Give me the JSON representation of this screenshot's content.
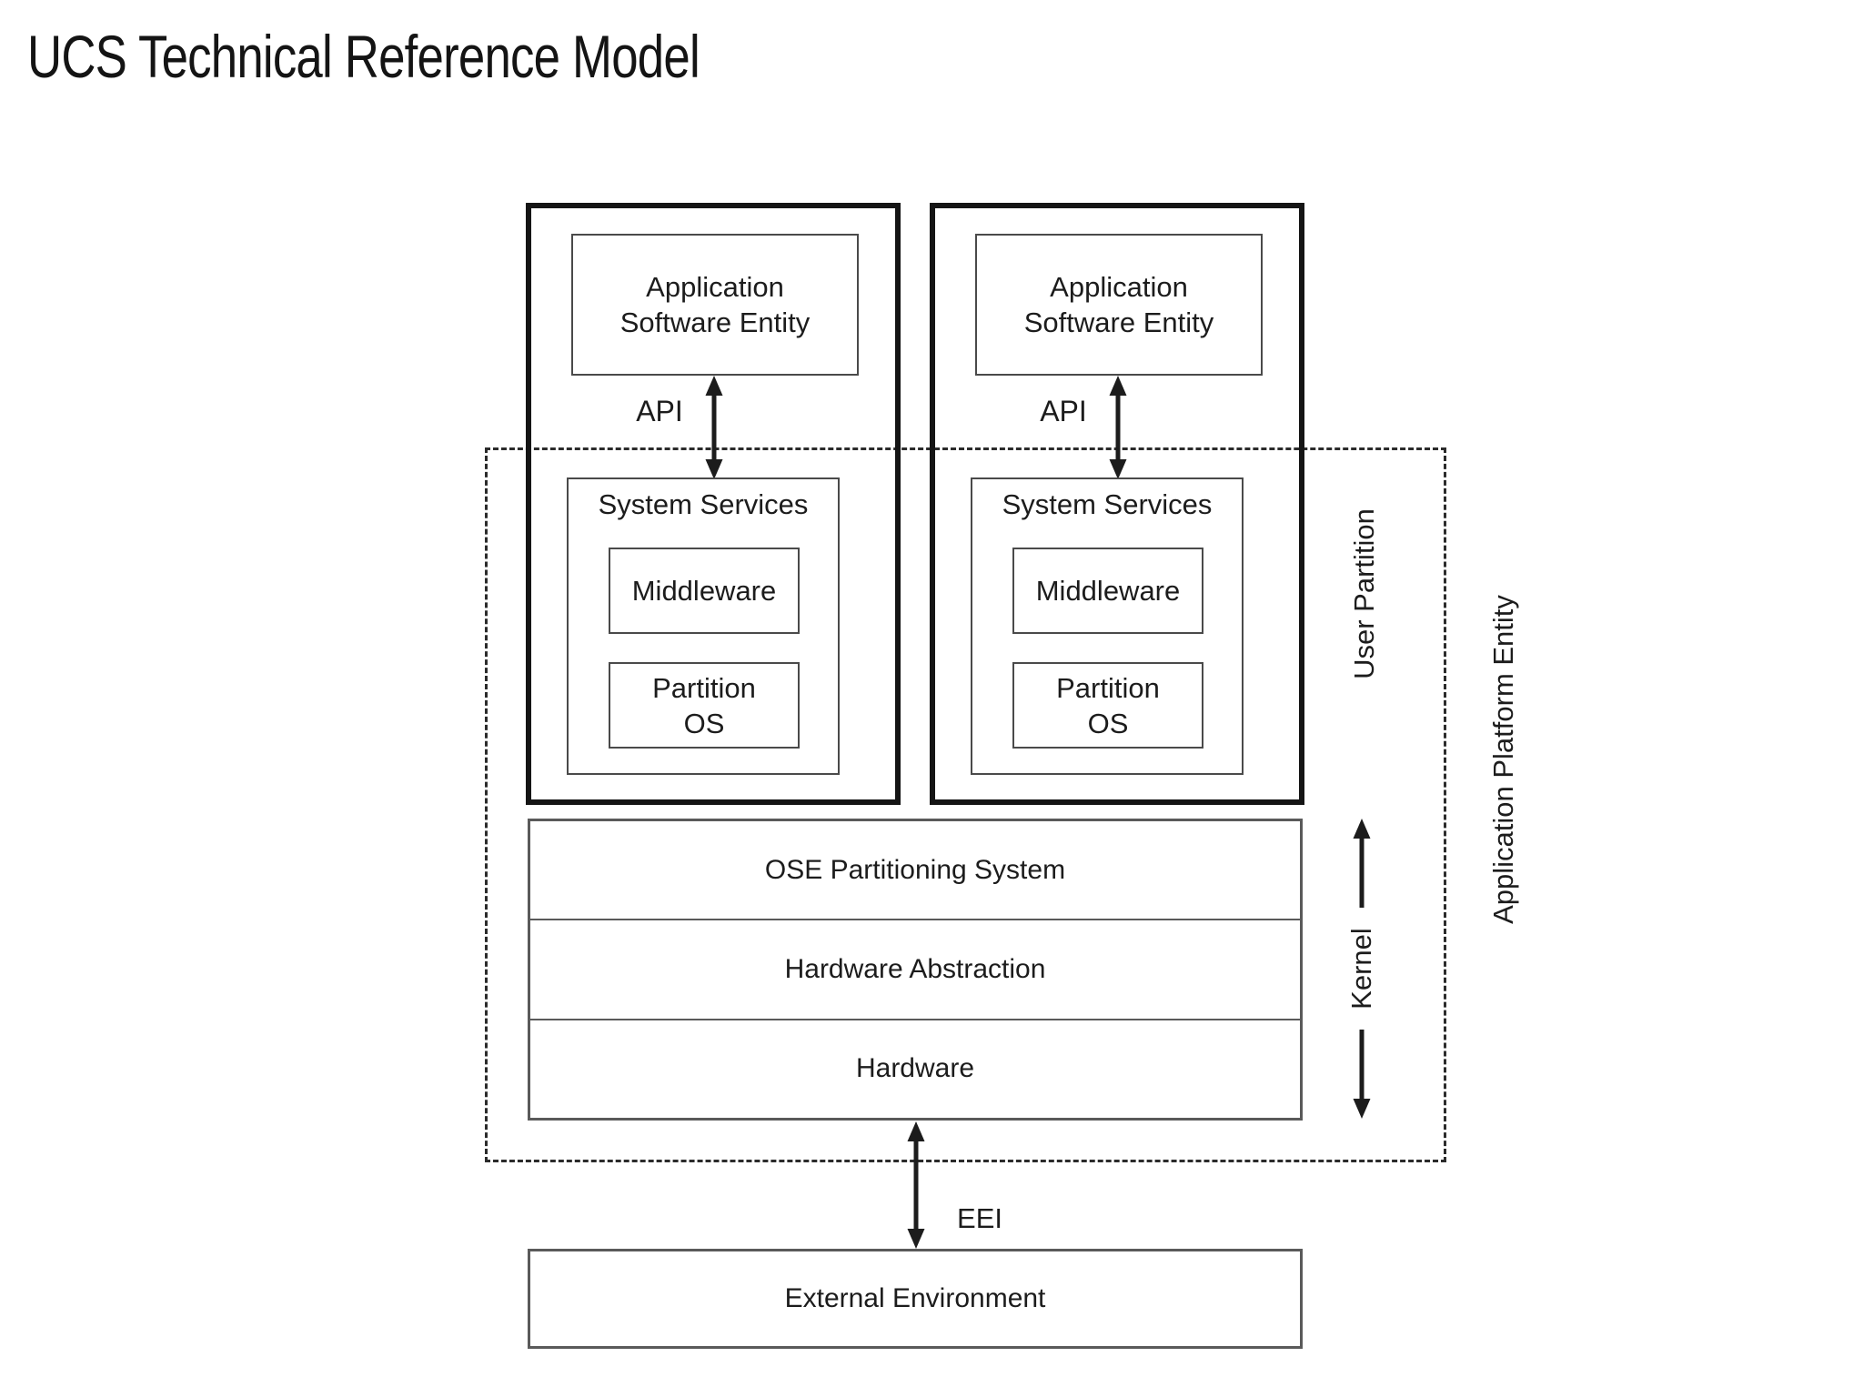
{
  "title": "UCS Technical Reference Model",
  "colors": {
    "background": "#ffffff",
    "ink": "#1c1c1c",
    "thick_border": "#151515",
    "box_border": "#4a4a4a",
    "stack_border": "#5a5a5a",
    "dashed_border": "#2b2b2b"
  },
  "diagram": {
    "columns": [
      {
        "application_software_entity": {
          "line1": "Application",
          "line2": "Software Entity"
        },
        "api_label": "API",
        "system_services": {
          "title": "System Services",
          "middleware": "Middleware",
          "partition_os": {
            "line1": "Partition",
            "line2": "OS"
          }
        }
      },
      {
        "application_software_entity": {
          "line1": "Application",
          "line2": "Software Entity"
        },
        "api_label": "API",
        "system_services": {
          "title": "System Services",
          "middleware": "Middleware",
          "partition_os": {
            "line1": "Partition",
            "line2": "OS"
          }
        }
      }
    ],
    "platform_stack": {
      "rows": [
        "OSE Partitioning System",
        "Hardware Abstraction",
        "Hardware"
      ]
    },
    "labels": {
      "user_partition": "User Partition",
      "kernel": "Kernel",
      "application_platform_entity": "Application Platform Entity",
      "eei": "EEI"
    },
    "external_environment": "External Environment"
  }
}
